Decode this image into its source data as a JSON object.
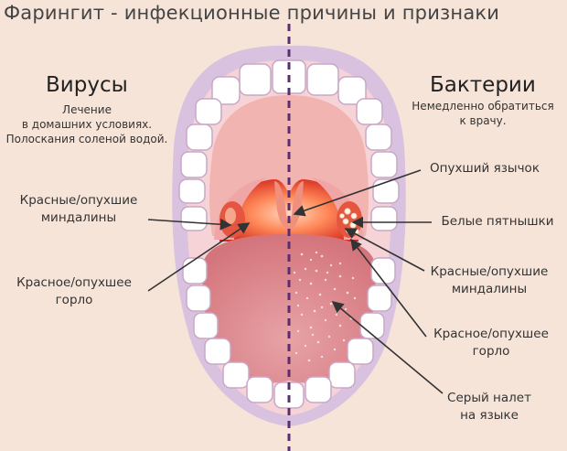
{
  "title": "Фарингит - инфекционные причины и признаки",
  "left": {
    "heading": "Вирусы",
    "note_line1": "Лечение",
    "note_line2": "в домашних условиях.",
    "note_line3": "Полоскания соленой водой.",
    "tonsils_line1": "Красные/опухшие",
    "tonsils_line2": "миндалины",
    "throat_line1": "Красное/опухшее",
    "throat_line2": "горло"
  },
  "right": {
    "heading": "Бактерии",
    "note_line1": "Немедленно обратиться",
    "note_line2": "к врачу.",
    "uvula": "Опухший язычок",
    "spots": "Белые пятнышки",
    "tonsils_line1": "Красные/опухшие",
    "tonsils_line2": "миндалины",
    "throat_line1": "Красное/опухшее",
    "throat_line2": "горло",
    "tongue_line1": "Серый налет",
    "tongue_line2": "на языке"
  },
  "colors": {
    "background": "#f7e4d8",
    "lips": "#d8c2e0",
    "mouth": "#f4b7b1",
    "tongue": "#e07d7d",
    "throat": "#e53c28",
    "divider": "#5a2d6e",
    "arrows": "#333333"
  }
}
